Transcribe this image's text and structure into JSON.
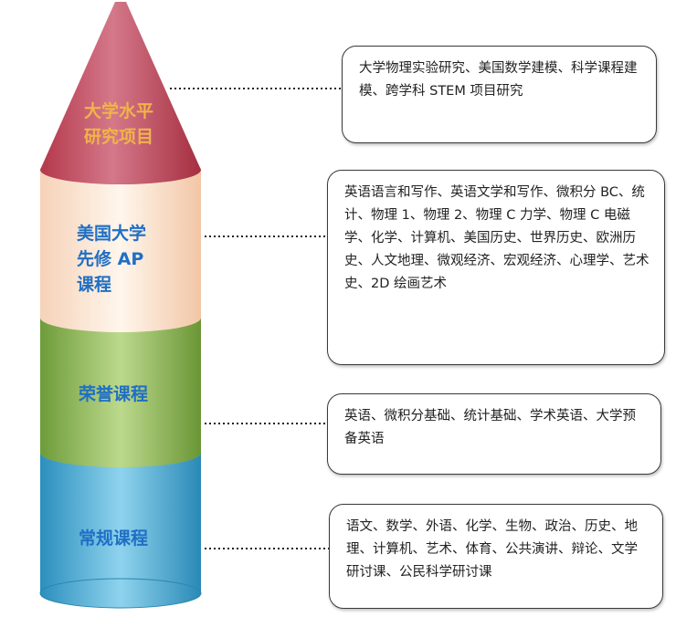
{
  "tiers": [
    {
      "name": "top",
      "label": "大学水平\n研究项目",
      "color": "#f0b34a",
      "description": "大学物理实验研究、美国数学建模、科学课程建模、跨学科 STEM 项目研究"
    },
    {
      "name": "ap",
      "label": "美国大学\n先修 AP\n课程",
      "color": "#1f6fc5",
      "description": "英语语言和写作、英语文学和写作、微积分 BC、统计、物理 1、物理 2、物理 C 力学、物理 C 电磁学、化学、计算机、美国历史、世界历史、欧洲历史、人文地理、微观经济、宏观经济、心理学、艺术史、2D 绘画艺术"
    },
    {
      "name": "honors",
      "label": "荣誉课程",
      "color": "#1f6fc5",
      "description": "英语、微积分基础、统计基础、学术英语、大学预备英语"
    },
    {
      "name": "regular",
      "label": "常规课程",
      "color": "#1f6fc5",
      "description": "语文、数学、外语、化学、生物、政治、历史、地理、计算机、艺术、体育、公共演讲、辩论、文学研讨课、公民科学研讨课"
    }
  ],
  "colors": {
    "cone": "#b83a4b",
    "cylinder_cream": "#fbe7d3",
    "cylinder_green": "#8fb84f",
    "cylinder_blue": "#4aabd0"
  }
}
